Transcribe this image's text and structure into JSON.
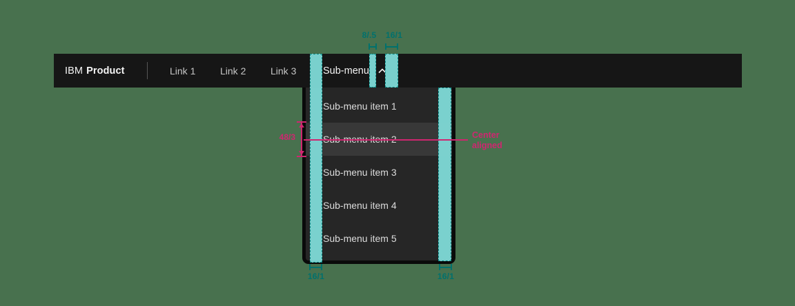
{
  "header": {
    "brand_prefix": "IBM",
    "brand_name": "Product",
    "links": [
      "Link 1",
      "Link 2",
      "Link 3"
    ],
    "submenu": {
      "label": "Sub-menu",
      "state_icon": "chevron-up-icon"
    }
  },
  "submenu_panel": {
    "items": [
      "Sub-menu item 1",
      "Sub-menu item 2",
      "Sub-menu item 3",
      "Sub-menu item 4",
      "Sub-menu item 5"
    ],
    "hovered_item": "Sub-menu item 2"
  },
  "annotations": {
    "text_to_chevron_gap": "8/.5",
    "chevron_to_edge_padding": "16/1",
    "panel_left_padding": "16/1",
    "panel_right_padding": "16/1",
    "item_height": "48/3",
    "alignment_note": "Center aligned"
  },
  "colors": {
    "canvas_bg": "#48714e",
    "header_bg": "#161616",
    "panel_bg": "#262626",
    "hover_bg": "#383838",
    "overlay_fill": "#7ed8d5",
    "overlay_border": "#0c8f8b",
    "measure_teal": "#00716d",
    "measure_pink": "#d02670",
    "header_text": "#f4f4f4",
    "link_text": "#c6c6c6"
  }
}
